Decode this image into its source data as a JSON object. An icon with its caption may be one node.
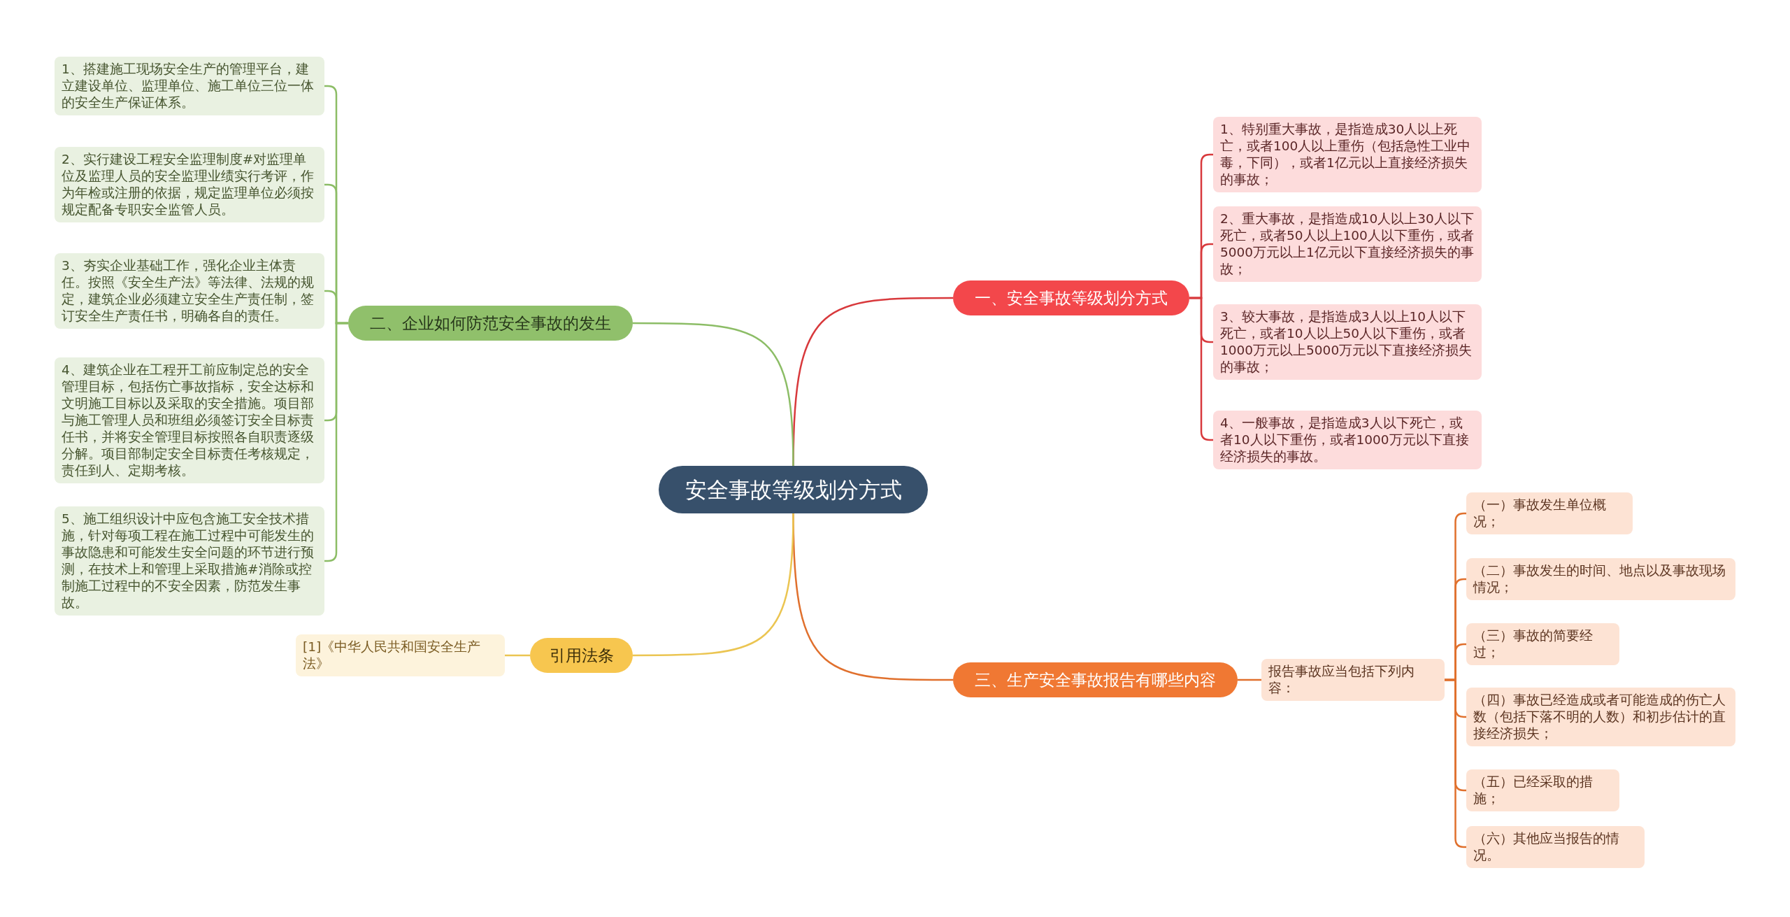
{
  "diagram": {
    "nodes": [
      {
        "text": [
          "安全事故等级划分方式"
        ]
      },
      {
        "text": [
          "一、安全事故等级划分方式"
        ]
      },
      {
        "text": [
          "1、特别重大事故，是指造成30人以上死亡，或者100人以上重伤（包括急性工业中毒，下同），或者1亿元以上直接经济损失的事故；"
        ]
      },
      {
        "text": [
          "2、重大事故，是指造成10人以上30人以下死亡，或者50人以上100人以下重伤，或者5000万元以上1亿元以下直接经济损失的事故；"
        ]
      },
      {
        "text": [
          "3、较大事故，是指造成3人以上10人以下死亡，或者10人以上50人以下重伤，或者1000万元以上5000万元以下直接经济损失的事故；"
        ]
      },
      {
        "text": [
          "4、一般事故，是指造成3人以下死亡，或者10人以下重伤，或者1000万元以下直接经济损失的事故。"
        ]
      },
      {
        "text": [
          "二、企业如何防范安全事故的发生"
        ]
      },
      {
        "text": [
          "1、搭建施工现场安全生产的管理平台，建立建设单位、监理单位、施工单位三位一体的安全生产保证体系。"
        ]
      },
      {
        "text": [
          "2、实行建设工程安全监理制度#对监理单位及监理人员的安全监理业绩实行考评，作为年检或注册的依据，规定监理单位必须按规定配备专职安全监管人员。"
        ]
      },
      {
        "text": [
          "3、夯实企业基础工作，强化企业主体责任。按照《安全生产法》等法律、法规的规定，建筑企业必须建立安全生产责任制，签订安全生产责任书，明确各自的责任。"
        ]
      },
      {
        "text": [
          "4、建筑企业在工程开工前应制定总的安全管理目标，包括伤亡事故指标，安全达标和文明施工目标以及采取的安全措施。项目部与施工管理人员和班组必须签订安全目标责任书，并将安全管理目标按照各自职责逐级分解。项目部制定安全目标责任考核规定，责任到人、定期考核。"
        ]
      },
      {
        "text": [
          "5、施工组织设计中应包含施工安全技术措施，针对每项工程在施工过程中可能发生的事故隐患和可能发生安全问题的环节进行预测，在技术上和管理上采取措施#消除或控制施工过程中的不安全因素，防范发生事故。"
        ]
      },
      {
        "text": [
          "三、生产安全事故报告有哪些内容"
        ]
      },
      {
        "text": [
          "报告事故应当包括下列内容："
        ]
      },
      {
        "text": [
          "（一）事故发生单位概况；"
        ]
      },
      {
        "text": [
          "（二）事故发生的时间、地点以及事故现场情况；"
        ]
      },
      {
        "text": [
          "（三）事故的简要经过；"
        ]
      },
      {
        "text": [
          "（四）事故已经造成或者可能造成的伤亡人数（包括下落不明的人数）和初步估计的直接经济损失；"
        ]
      },
      {
        "text": [
          "（五）已经采取的措施；"
        ]
      },
      {
        "text": [
          "（六）其他应当报告的情况。"
        ]
      },
      {
        "text": [
          "引用法条"
        ]
      },
      {
        "text": [
          "[1]《中华人民共和国安全生产法》"
        ]
      }
    ],
    "edges": [
      {
        "from": 0,
        "to": 1,
        "arrow": "none",
        "color": "#d8393c"
      },
      {
        "from": 1,
        "to": 2,
        "arrow": "none",
        "color": "#d8393c"
      },
      {
        "from": 1,
        "to": 3,
        "arrow": "none",
        "color": "#d8393c"
      },
      {
        "from": 1,
        "to": 4,
        "arrow": "none",
        "color": "#d8393c"
      },
      {
        "from": 1,
        "to": 5,
        "arrow": "none",
        "color": "#d8393c"
      },
      {
        "from": 0,
        "to": 6,
        "arrow": "none",
        "color": "#8cbd66"
      },
      {
        "from": 6,
        "to": 7,
        "arrow": "none",
        "color": "#8cbd66"
      },
      {
        "from": 6,
        "to": 8,
        "arrow": "none",
        "color": "#8cbd66"
      },
      {
        "from": 6,
        "to": 9,
        "arrow": "none",
        "color": "#8cbd66"
      },
      {
        "from": 6,
        "to": 10,
        "arrow": "none",
        "color": "#8cbd66"
      },
      {
        "from": 6,
        "to": 11,
        "arrow": "none",
        "color": "#8cbd66"
      },
      {
        "from": 0,
        "to": 12,
        "arrow": "none",
        "color": "#e0702d"
      },
      {
        "from": 12,
        "to": 13,
        "arrow": "none",
        "color": "#e0702d"
      },
      {
        "from": 13,
        "to": 14,
        "arrow": "none",
        "color": "#e0702d"
      },
      {
        "from": 13,
        "to": 15,
        "arrow": "none",
        "color": "#e0702d"
      },
      {
        "from": 13,
        "to": 16,
        "arrow": "none",
        "color": "#e0702d"
      },
      {
        "from": 13,
        "to": 17,
        "arrow": "none",
        "color": "#e0702d"
      },
      {
        "from": 13,
        "to": 18,
        "arrow": "none",
        "color": "#e0702d"
      },
      {
        "from": 13,
        "to": 19,
        "arrow": "none",
        "color": "#e0702d"
      },
      {
        "from": 0,
        "to": 20,
        "arrow": "none",
        "color": "#ebc552"
      },
      {
        "from": 20,
        "to": 21,
        "arrow": "none",
        "color": "#ebc552"
      }
    ]
  }
}
